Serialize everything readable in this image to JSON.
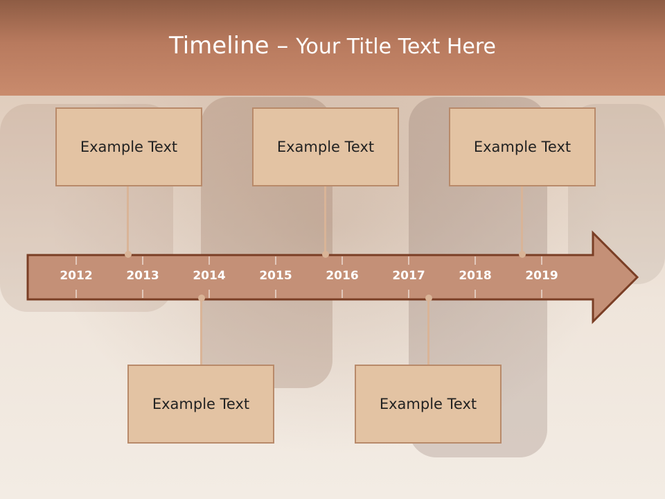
{
  "slide": {
    "title_main": "Timeline – ",
    "title_sub": "Your Title Text Here"
  },
  "timeline": {
    "years": [
      "2012",
      "2013",
      "2014",
      "2015",
      "2016",
      "2017",
      "2018",
      "2019"
    ]
  },
  "boxes": {
    "top": [
      "Example Text",
      "Example Text",
      "Example Text"
    ],
    "bottom": [
      "Example Text",
      "Example Text"
    ]
  },
  "colors": {
    "title_band": "#b87a5e",
    "arrow_fill": "#c49077",
    "arrow_stroke": "#7a3e25",
    "box_fill": "#e3c3a3",
    "connector": "#d9b497"
  }
}
